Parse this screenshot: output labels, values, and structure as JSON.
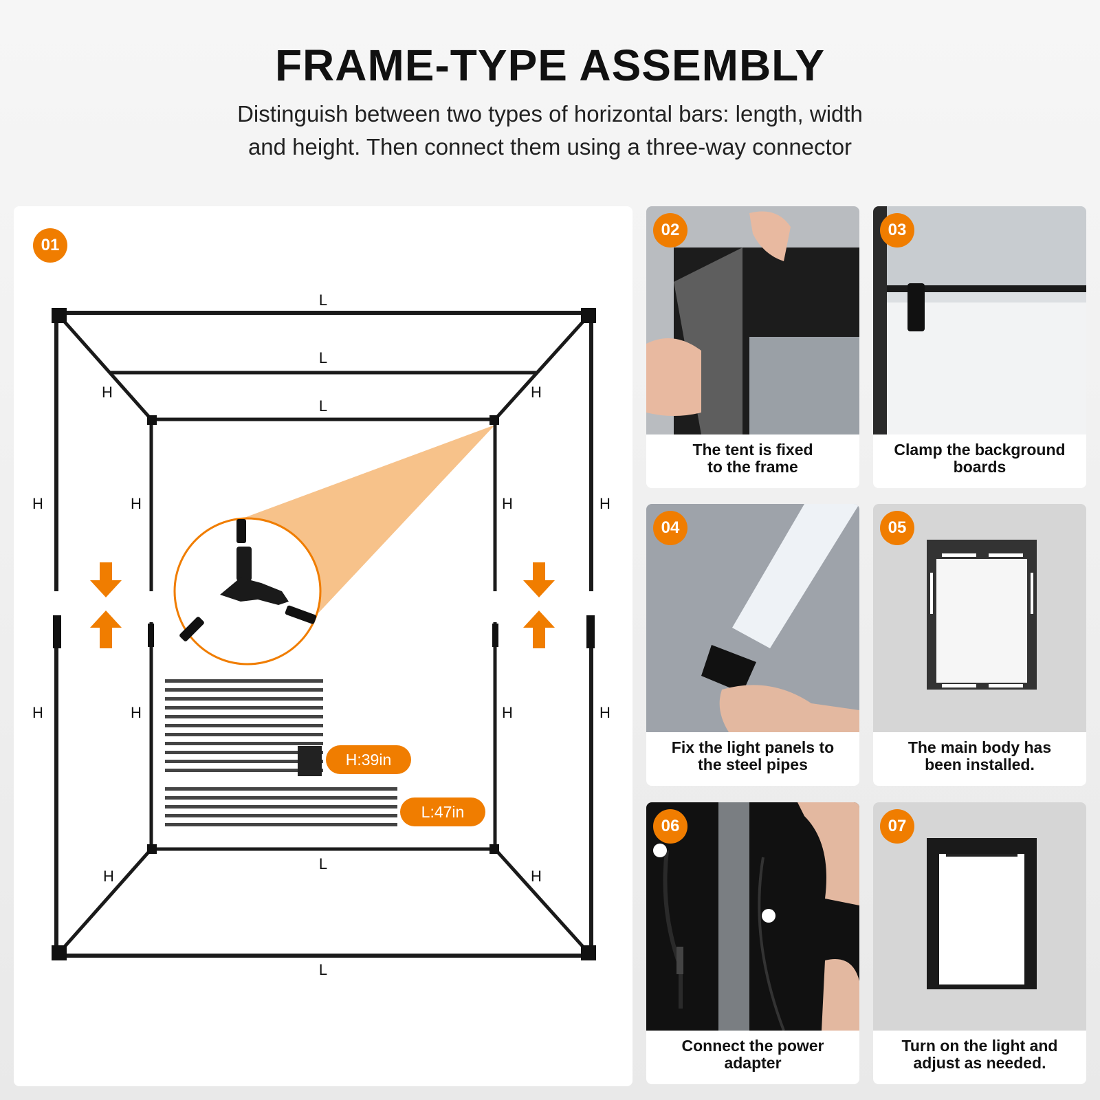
{
  "header": {
    "title": "FRAME-TYPE ASSEMBLY",
    "subtitle_line1": "Distinguish between two types of horizontal bars: length, width",
    "subtitle_line2": "and height. Then connect them using a three-way connector"
  },
  "main": {
    "step": "01",
    "labels": {
      "L": "L",
      "H": "H"
    },
    "length_h": "H:39in",
    "length_l": "L:47in"
  },
  "steps": [
    {
      "num": "02",
      "line1": "The tent is fixed",
      "line2": "to the frame"
    },
    {
      "num": "03",
      "line1": "Clamp the background",
      "line2": "boards"
    },
    {
      "num": "04",
      "line1": "Fix the light panels to",
      "line2": "the steel pipes"
    },
    {
      "num": "05",
      "line1": "The main body has",
      "line2": "been installed."
    },
    {
      "num": "06",
      "line1": "Connect the power",
      "line2": "adapter"
    },
    {
      "num": "07",
      "line1": "Turn on the light and",
      "line2": "adjust as needed."
    }
  ],
  "colors": {
    "accent": "#f07d00",
    "accent_light": "#f7c28a",
    "frame": "#1a1a1a"
  }
}
